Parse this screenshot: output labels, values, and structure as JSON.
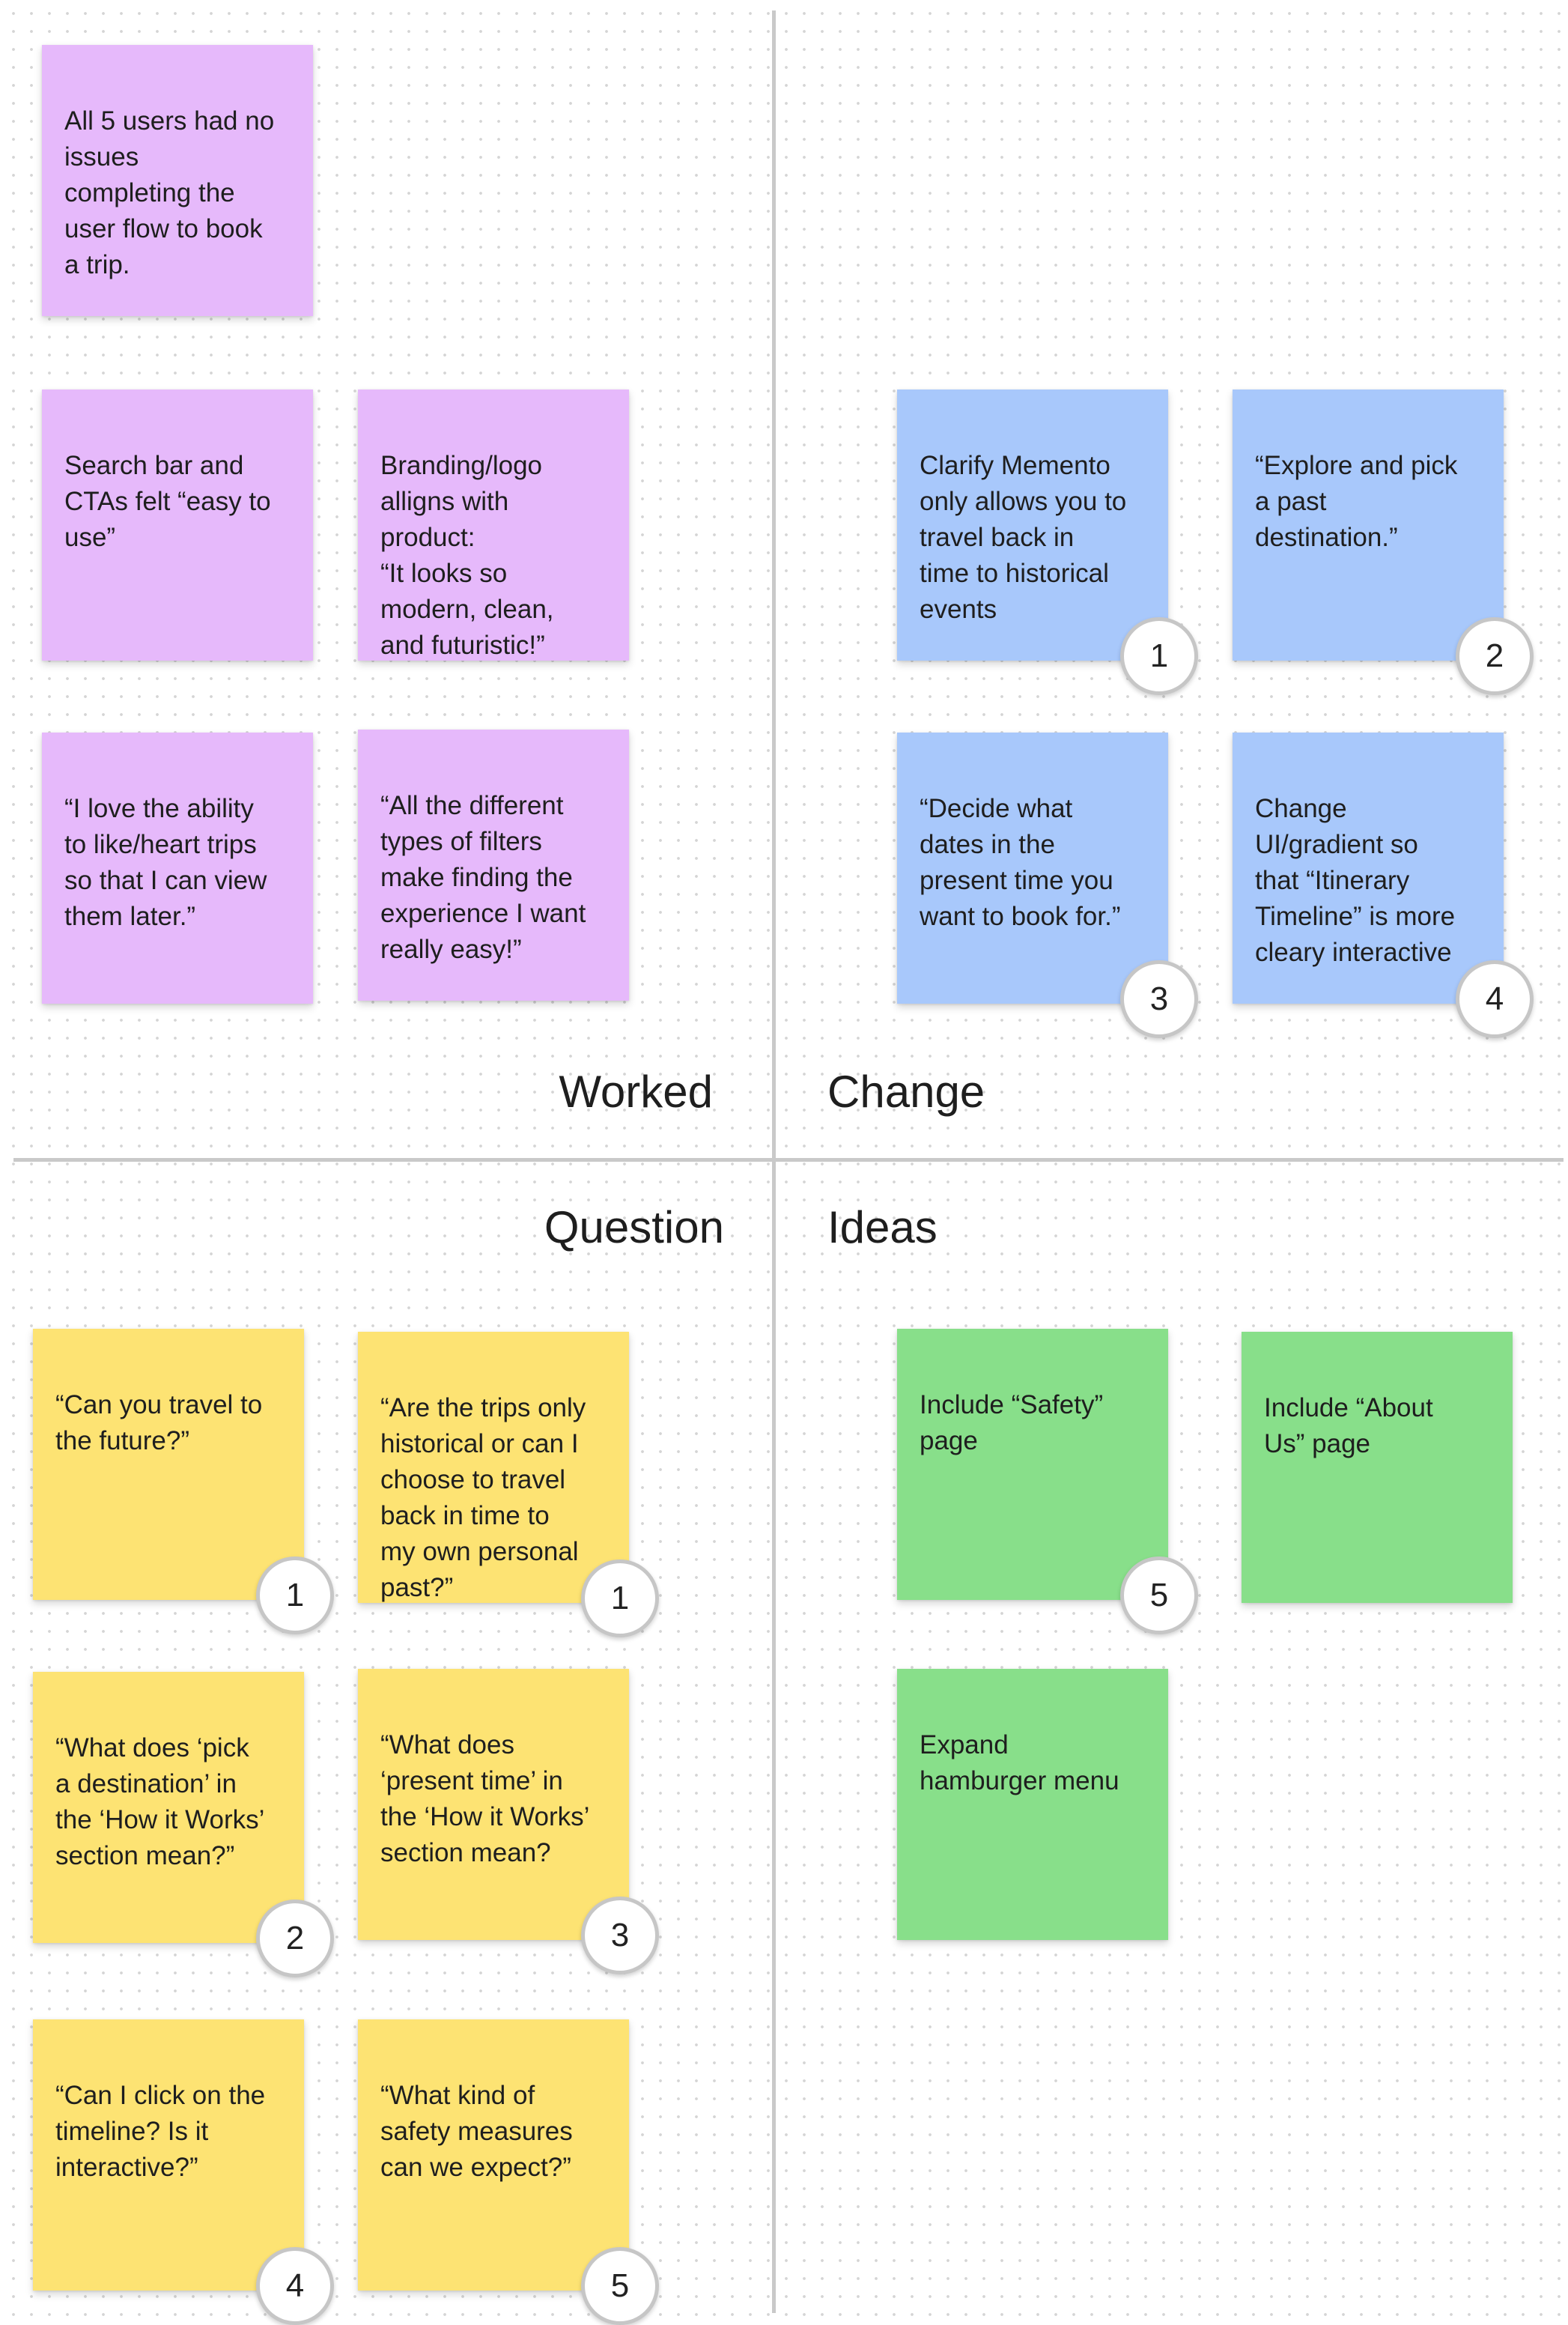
{
  "quadrants": {
    "worked": "Worked",
    "change": "Change",
    "question": "Question",
    "ideas": "Ideas"
  },
  "colors": {
    "worked_note": "#e6b9fb",
    "change_note": "#a8c8fb",
    "question_note": "#fde373",
    "ideas_note": "#88df8a",
    "divider": "#c9c9c9"
  },
  "worked": [
    {
      "text": "All 5 users had no\nissues\ncompleting the\nuser flow to book\na trip."
    },
    {
      "text": "Search bar and\nCTAs felt “easy to\nuse”"
    },
    {
      "text": "Branding/logo\nalligns with\nproduct:\n“It looks so\nmodern, clean,\nand futuristic!”"
    },
    {
      "text": "“I love the ability\nto like/heart trips\nso that I can view\nthem later.”"
    },
    {
      "text": "“All the different\ntypes of filters\nmake finding the\nexperience I want\nreally easy!”"
    }
  ],
  "change": [
    {
      "text": "Clarify Memento\nonly allows you to\ntravel back in\ntime to historical\nevents",
      "badge": "1"
    },
    {
      "text": "“Explore and pick\na past\ndestination.”",
      "badge": "2"
    },
    {
      "text": "“Decide what\ndates in the\npresent time you\nwant to book for.”",
      "badge": "3"
    },
    {
      "text": "Change\nUI/gradient so\nthat “Itinerary\nTimeline” is more\ncleary interactive",
      "badge": "4"
    }
  ],
  "question": [
    {
      "text": "“Can you travel to\nthe future?”",
      "badge": "1"
    },
    {
      "text": "“Are the trips only\nhistorical or can I\nchoose to travel\nback in time to\nmy own personal\npast?”",
      "badge": "1"
    },
    {
      "text": "“What does ‘pick\na destination’ in\nthe ‘How it Works’\nsection mean?”",
      "badge": "2"
    },
    {
      "text": "“What does\n‘present time’ in\nthe ‘How it Works’\nsection mean?",
      "badge": "3"
    },
    {
      "text": "“Can I click on the\ntimeline? Is it\ninteractive?”",
      "badge": "4"
    },
    {
      "text": "“What kind of\nsafety measures\ncan we expect?”",
      "badge": "5"
    }
  ],
  "ideas": [
    {
      "text": "Include “Safety”\npage",
      "badge": "5"
    },
    {
      "text": "Include “About\nUs” page"
    },
    {
      "text": "Expand\nhamburger menu"
    }
  ]
}
